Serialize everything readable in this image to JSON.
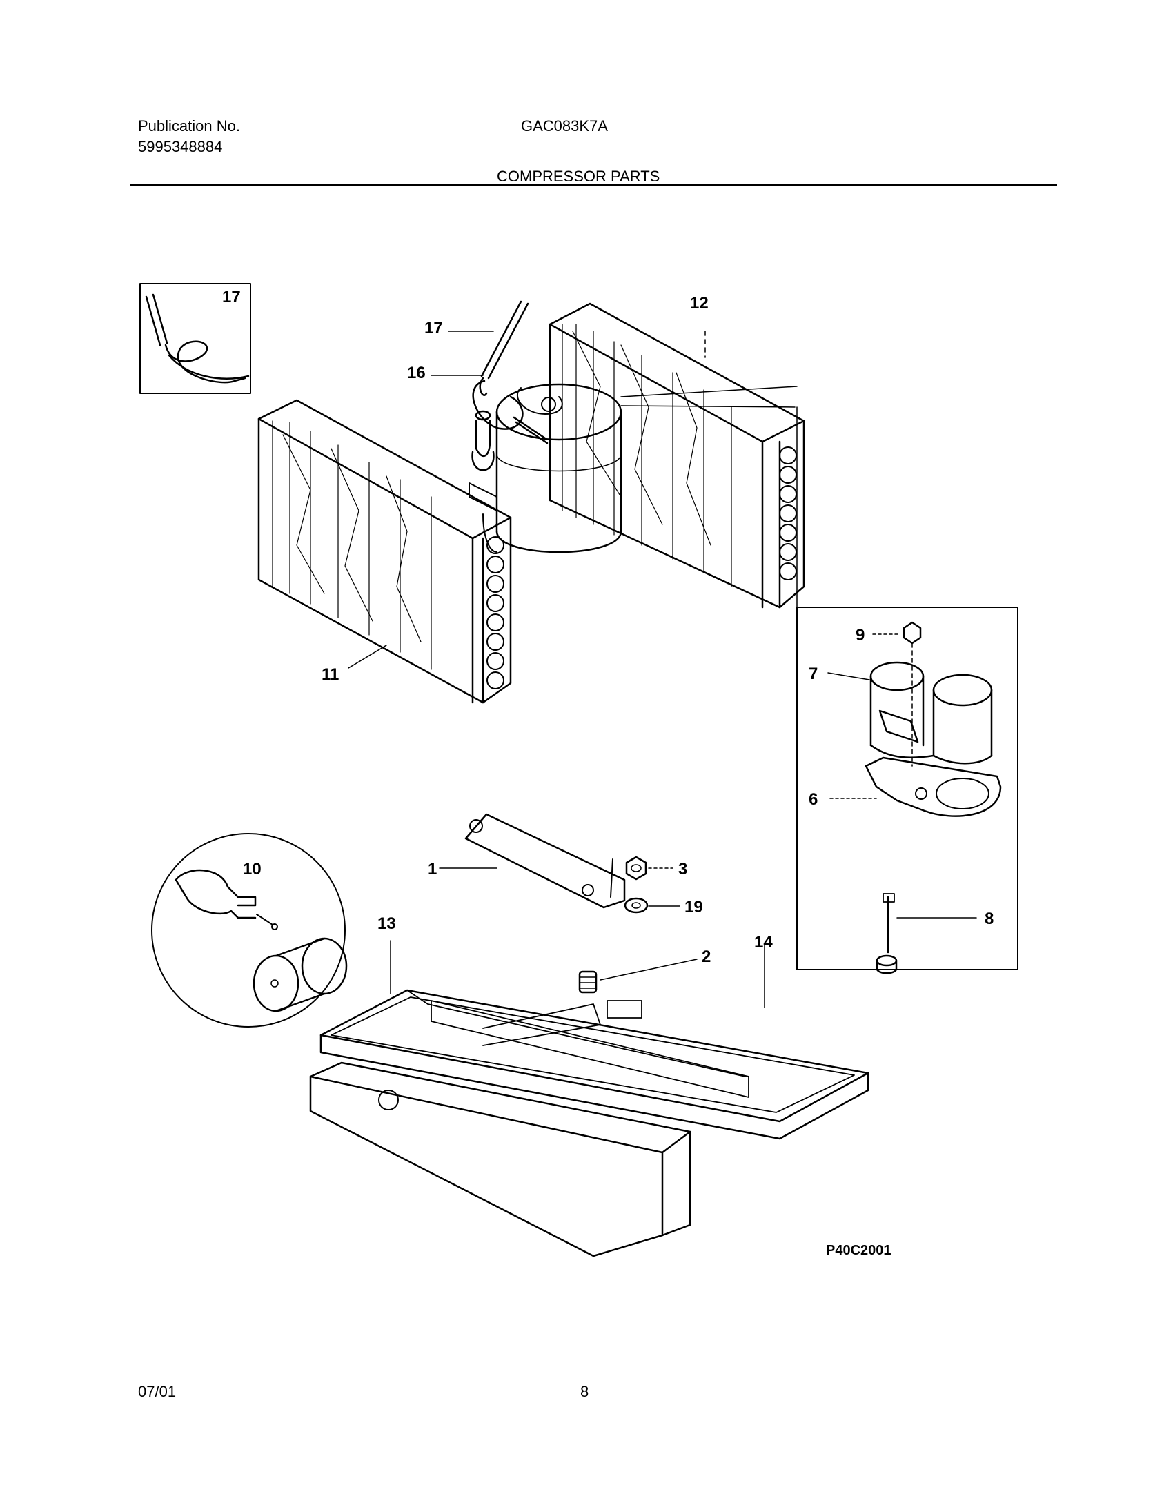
{
  "header": {
    "publication_label": "Publication No.",
    "publication_number": "5995348884",
    "model": "GAC083K7A",
    "section_title": "COMPRESSOR PARTS"
  },
  "diagram": {
    "drawing_code": "P40C2001",
    "callouts": {
      "c1": "1",
      "c2": "2",
      "c3": "3",
      "c6": "6",
      "c7": "7",
      "c8": "8",
      "c9": "9",
      "c10": "10",
      "c11": "11",
      "c12": "12",
      "c13": "13",
      "c14": "14",
      "c16": "16",
      "c17a": "17",
      "c17b": "17",
      "c19": "19"
    }
  },
  "footer": {
    "date": "07/01",
    "page": "8"
  }
}
